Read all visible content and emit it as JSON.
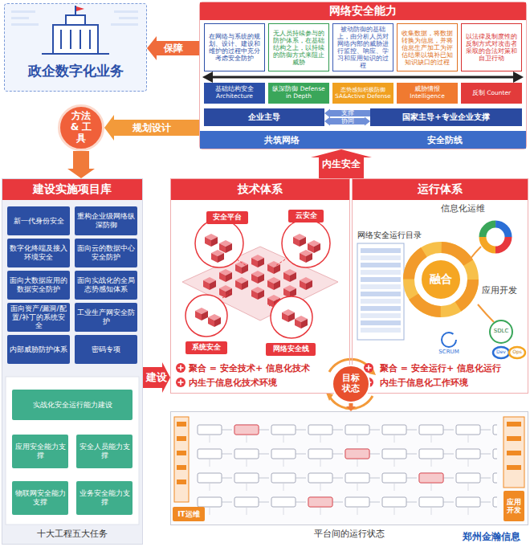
{
  "diagram": {
    "nodes": [
      {
        "text": [
          "政企数字化业务"
        ]
      },
      {
        "text": [
          "网络安全能力"
        ]
      },
      {
        "text": [
          "在网络与系统的规划、设计、建设和维护的过程中充分考虑安全防护"
        ],
        "in": 1
      },
      {
        "text": [
          "无人员持续参与的防护体系，在基础结构之上，以持续的防御方式来阻止威胁"
        ],
        "in": 1
      },
      {
        "text": [
          "被动防御的基础上，由分析人员对网络内部的威胁进行监控、响应、学习和应用知识的过程"
        ],
        "in": 1
      },
      {
        "text": [
          "收集数据，将数据转换为信息，并将信息生产加工为评估结果以填补已知知识缺口的过程"
        ],
        "in": 1
      },
      {
        "text": [
          "以法律及制度性的反制方式对攻击者采取的合法对策和自卫行动"
        ],
        "in": 1
      },
      {
        "text": [
          "基础结构安全 Architecture"
        ],
        "in": 1
      },
      {
        "text": [
          "纵深防御 Defense in Depth"
        ],
        "in": 1
      },
      {
        "text": [
          "态势感知积极防御 SA&Active Defense"
        ],
        "in": 1
      },
      {
        "text": [
          "威胁情报 Intelligence"
        ],
        "in": 1
      },
      {
        "text": [
          "反制 Counter"
        ],
        "in": 1
      },
      {
        "text": [
          "企业主导"
        ],
        "in": 1
      },
      {
        "text": [
          "国家主导+专业企业支撑"
        ],
        "in": 1
      },
      {
        "text": [
          "共筑网络",
          "安全防线"
        ],
        "in": 1
      },
      {
        "text": [
          "方法 & 工具"
        ]
      },
      {
        "text": [
          "建设实施项目库",
          "十大工程五大任务"
        ]
      },
      {
        "text": [
          "新一代身份安全"
        ],
        "in": 16
      },
      {
        "text": [
          "重构企业级网络纵深防御"
        ],
        "in": 16
      },
      {
        "text": [
          "数字化终端及接入环境安全"
        ],
        "in": 16
      },
      {
        "text": [
          "面向云的数据中心安全防护"
        ],
        "in": 16
      },
      {
        "text": [
          "面向大数据应用的数据安全防护"
        ],
        "in": 16
      },
      {
        "text": [
          "面向实战化的全局态势感知体系"
        ],
        "in": 16
      },
      {
        "text": [
          "面向资产/漏洞/配置/补丁的系统安全"
        ],
        "in": 16
      },
      {
        "text": [
          "工业生产网安全防护"
        ],
        "in": 16
      },
      {
        "text": [
          "内部威胁防护体系"
        ],
        "in": 16
      },
      {
        "text": [
          "密码专项"
        ],
        "in": 16
      },
      {
        "text": [
          "实战化安全运行能力建设"
        ],
        "in": 16
      },
      {
        "text": [
          "应用安全能力支撑"
        ],
        "in": 16
      },
      {
        "text": [
          "安全人员能力支撑"
        ],
        "in": 16
      },
      {
        "text": [
          "物联网安全能力支撑"
        ],
        "in": 16
      },
      {
        "text": [
          "业务安全能力支撑"
        ],
        "in": 16
      },
      {
        "text": [
          "技术体系",
          "聚合 = 安全技术+ 信息化技术",
          "内生于信息化技术环境"
        ]
      },
      {
        "text": [
          "安全平台"
        ],
        "in": 32
      },
      {
        "text": [
          "云安全"
        ],
        "in": 32
      },
      {
        "text": [
          "系统安全"
        ],
        "in": 32
      },
      {
        "text": [
          "网络安全线"
        ],
        "in": 32
      },
      {
        "text": [
          "运行体系",
          "聚合 = 安全运行+ 信息化运行",
          "内生于信息化工作环境"
        ]
      },
      {
        "text": [
          "融合"
        ],
        "in": 37
      },
      {
        "text": [
          "目标 状态"
        ]
      },
      {
        "text": [
          "平台间的运行状态"
        ]
      },
      {
        "text": [
          "IT运维"
        ],
        "in": 40
      },
      {
        "text": [
          "应用 开发"
        ],
        "in": 40
      }
    ],
    "edges": [
      {
        "from": 1,
        "to": 0,
        "label": "保障",
        "arrow": "to"
      },
      {
        "from": 1,
        "to": 15,
        "label": "规划设计",
        "arrow": "to"
      },
      {
        "from": 15,
        "to": 16,
        "arrow": "to"
      },
      {
        "from": 16,
        "to": 32,
        "label": "建设",
        "arrow": "to"
      },
      {
        "from": 32,
        "to": 1,
        "label": "内生安全",
        "arrow": "to"
      },
      {
        "from": 39,
        "to": 40,
        "arrow": "to"
      },
      {
        "from": 13,
        "to": 12,
        "label": "支撑",
        "arrow": "to"
      },
      {
        "from": 12,
        "to": 13,
        "label": "协同",
        "arrow": "both"
      }
    ],
    "labels": [
      "信息化运维",
      "网络安全运行目录",
      "应用开发",
      "SDLC",
      "SCRUM",
      "Dev",
      "Ops",
      "郑州金瀚信息"
    ]
  }
}
